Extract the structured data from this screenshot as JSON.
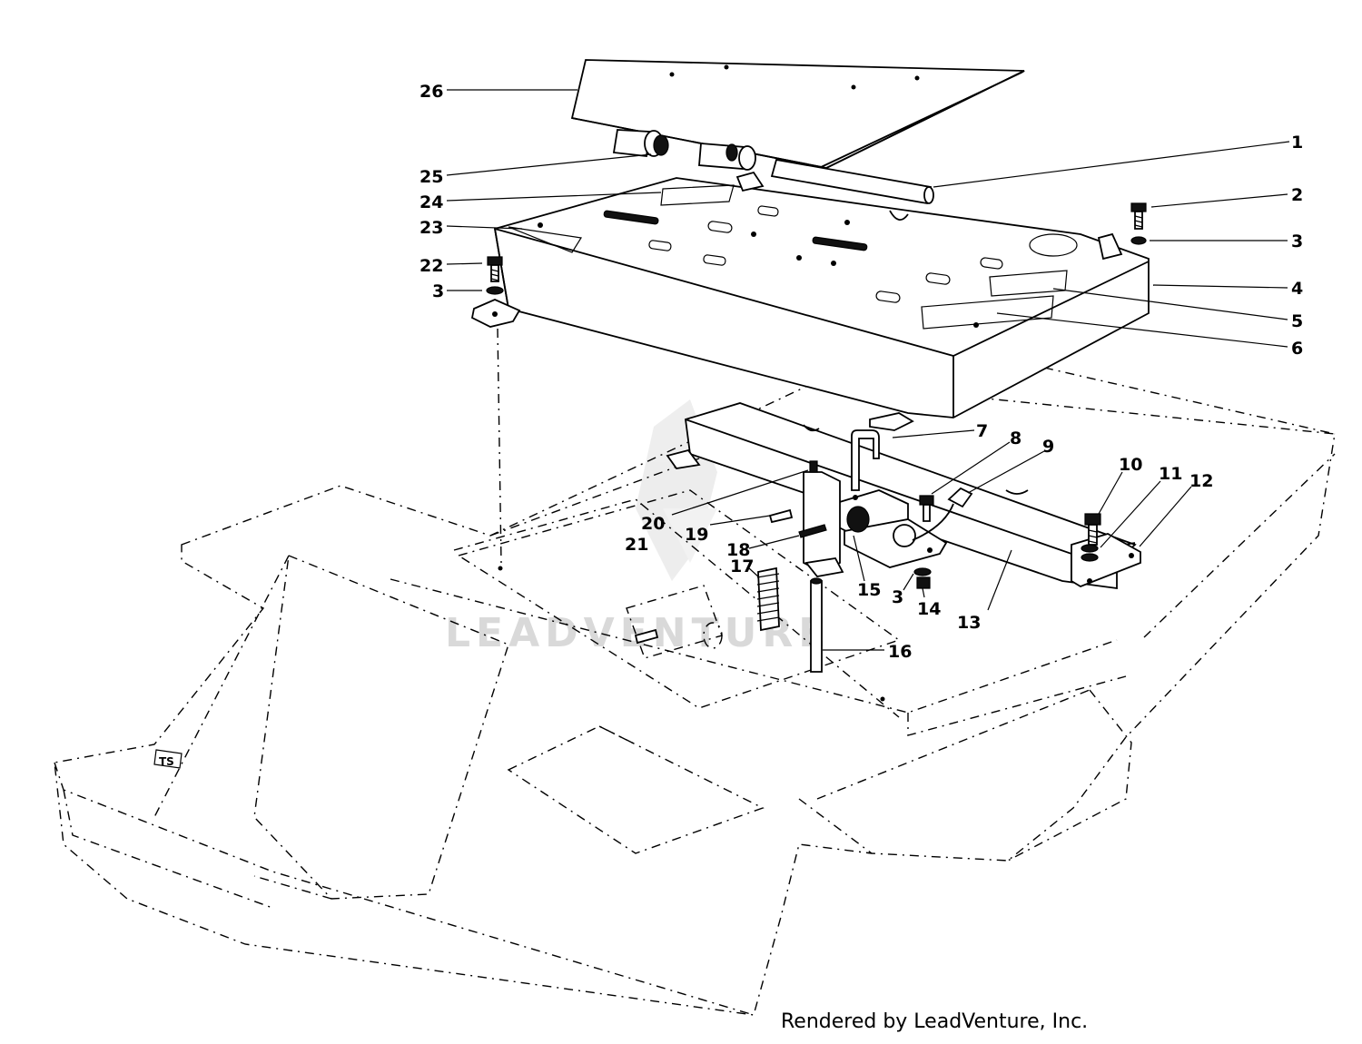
{
  "diagram": {
    "watermark": "LEADVENTURE",
    "credit": "Rendered by LeadVenture, Inc.",
    "callouts": [
      "1",
      "2",
      "3",
      "3",
      "3",
      "4",
      "5",
      "6",
      "7",
      "8",
      "9",
      "10",
      "11",
      "12",
      "13",
      "14",
      "15",
      "16",
      "17",
      "18",
      "19",
      "20",
      "21",
      "22",
      "23",
      "24",
      "25",
      "26"
    ]
  }
}
